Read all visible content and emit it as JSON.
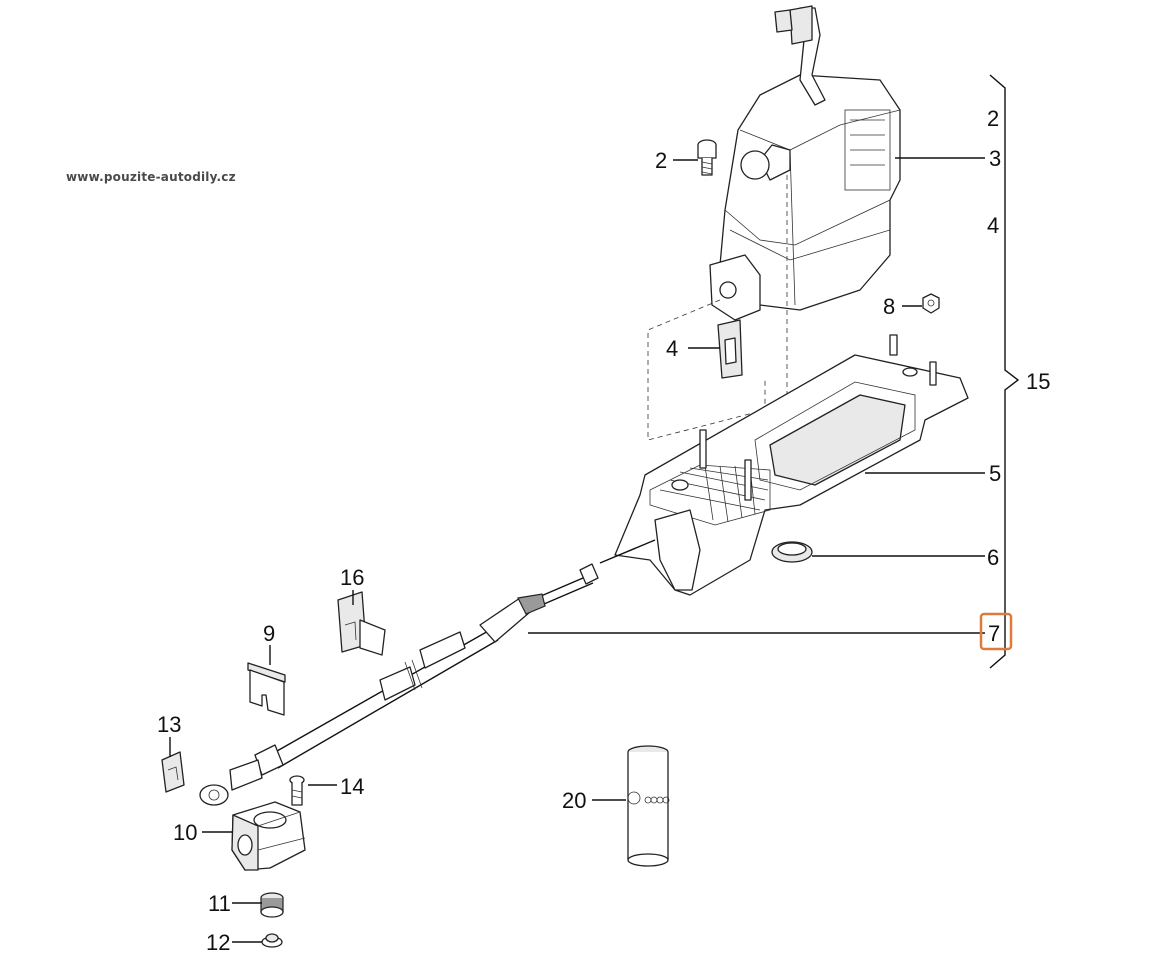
{
  "watermark": "www.pouzite-autodily.cz",
  "highlight_color": "#e07a3a",
  "labels": {
    "p2a": "2",
    "p3": "3",
    "p4a": "4",
    "p2b": "2",
    "p4b": "4",
    "p8": "8",
    "p15": "15",
    "p5": "5",
    "p6": "6",
    "p7": "7",
    "p16": "16",
    "p9": "9",
    "p13": "13",
    "p14": "14",
    "p10": "10",
    "p11": "11",
    "p12": "12",
    "p20": "20"
  },
  "highlighted_part": "7"
}
